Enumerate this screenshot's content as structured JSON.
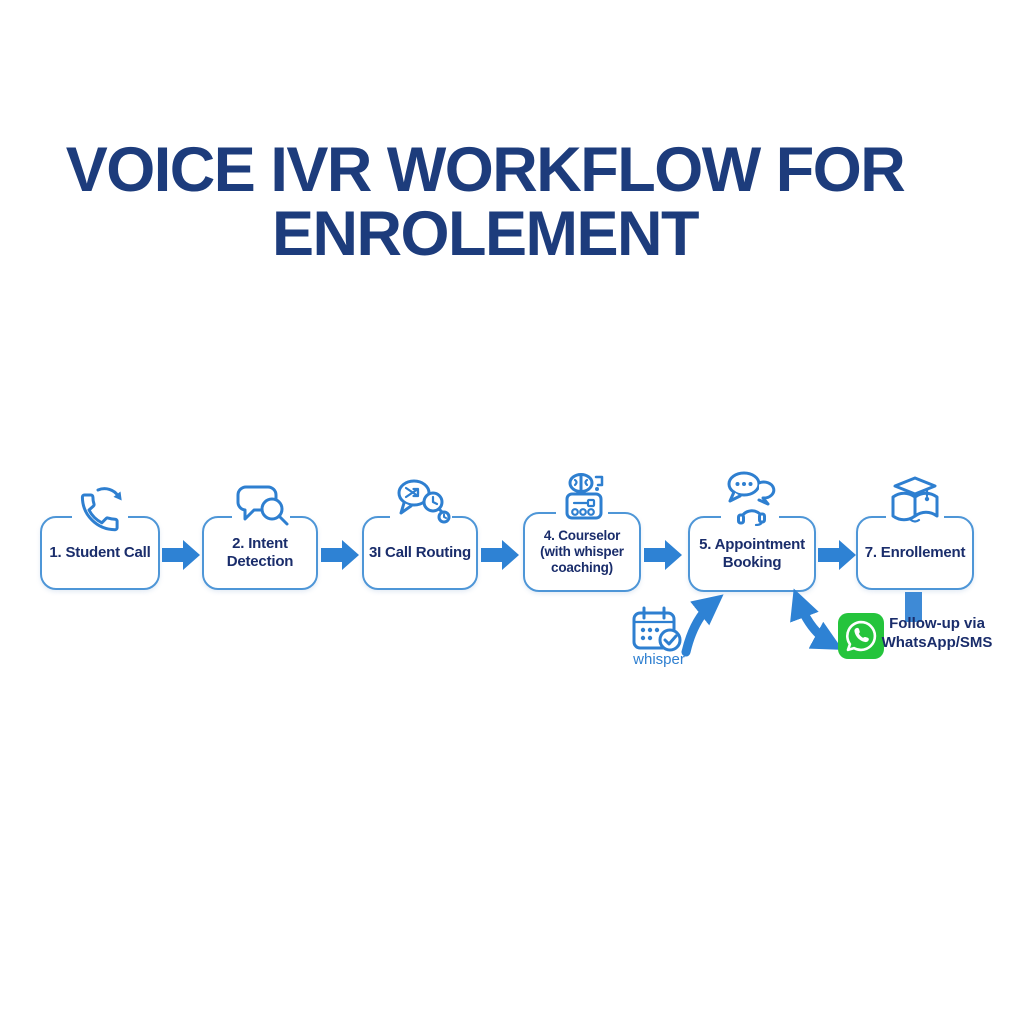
{
  "title": {
    "line1": "VOICE IVR WORKFLOW FOR",
    "line2": "ENROLEMENT"
  },
  "steps": [
    {
      "label": "1. Student Call",
      "icon": "phone-call-icon"
    },
    {
      "label": "2. Intent Detection",
      "icon": "intent-detection-icon"
    },
    {
      "label": "3I Call Routing",
      "icon": "call-routing-icon"
    },
    {
      "label": "4. Courselor (with whisper coaching)",
      "icon": "ai-whisper-coaching-icon"
    },
    {
      "label": "5. Appointment Booking",
      "icon": "chat-headset-icon"
    },
    {
      "label": "7. Enrollement",
      "icon": "education-icon"
    }
  ],
  "annotations": {
    "whisper": {
      "label": "whisper",
      "icon": "calendar-check-icon"
    },
    "followup": {
      "label": "Follow-up via WhatsApp/SMS",
      "icon": "whatsapp-icon"
    }
  },
  "colors": {
    "title_text": "#1d3c7c",
    "box_border": "#4e96d7",
    "box_text": "#1a2d6b",
    "arrow_blue": "#2e82d4",
    "icon_stroke": "#2e7fd0",
    "whisper_text": "#2e7fd0",
    "whatsapp_green": "#25c43c",
    "background": "#ffffff"
  }
}
